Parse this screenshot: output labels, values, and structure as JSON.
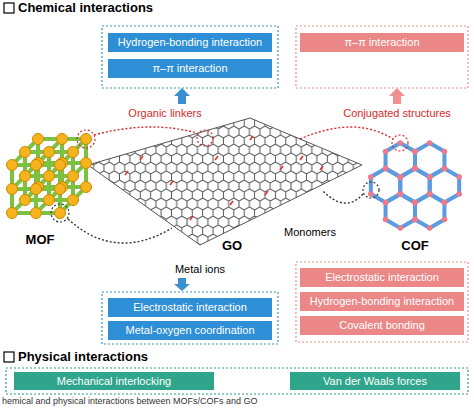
{
  "diagram": {
    "caption": "hemical and physical interactions between MOFs/COFs and GO",
    "nodes": [
      {
        "text": [
          "Hydrogen-bonding interaction"
        ]
      },
      {
        "text": [
          "π–π interaction"
        ]
      },
      {
        "text": [
          "π–π interaction"
        ]
      },
      {
        "text": [
          "Electrostatic interaction"
        ]
      },
      {
        "text": [
          "Metal-oxygen coordination"
        ]
      },
      {
        "text": [
          "Electrostatic interaction"
        ]
      },
      {
        "text": [
          "Hydrogen-bonding interaction"
        ]
      },
      {
        "text": [
          "Covalent bonding"
        ]
      },
      {
        "text": [
          "Mechanical interlocking"
        ]
      },
      {
        "text": [
          "Van der Waals forces"
        ]
      }
    ],
    "labels": [
      "Chemical interactions",
      "Organic linkers",
      "Conjugated structures",
      "MOF",
      "GO",
      "Monomers",
      "COF",
      "Metal ions",
      "Physical interactions"
    ]
  }
}
